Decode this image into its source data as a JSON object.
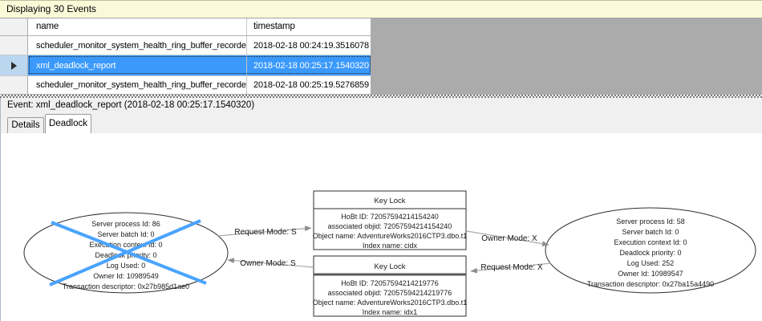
{
  "header": {
    "title": "Displaying 30 Events"
  },
  "grid": {
    "columns": [
      "name",
      "timestamp"
    ],
    "rows": [
      {
        "name": "scheduler_monitor_system_health_ring_buffer_recorded",
        "timestamp": "2018-02-18 00:24:19.3516078",
        "selected": false
      },
      {
        "name": "xml_deadlock_report",
        "timestamp": "2018-02-18 00:25:17.1540320",
        "selected": true
      },
      {
        "name": "scheduler_monitor_system_health_ring_buffer_recorded",
        "timestamp": "2018-02-18 00:25:19.5276859",
        "selected": false
      }
    ]
  },
  "event_bar": {
    "label": "Event: xml_deadlock_report (2018-02-18 00:25:17.1540320)"
  },
  "tabs": [
    {
      "label": "Details",
      "active": false
    },
    {
      "label": "Deadlock",
      "active": true
    }
  ],
  "diagram": {
    "process_left": {
      "victim": true,
      "lines": [
        "Server process Id: 86",
        "Server batch Id: 0",
        "Execution context Id: 0",
        "Deadlock priority: 0",
        "Log Used: 0",
        "Owner Id: 10989549",
        "Transaction descriptor: 0x27b985d1ae0"
      ]
    },
    "process_right": {
      "victim": false,
      "lines": [
        "Server process Id: 58",
        "Server batch Id: 0",
        "Execution context Id: 0",
        "Deadlock priority: 0",
        "Log Used: 252",
        "Owner Id: 10989547",
        "Transaction descriptor: 0x27ba15a4490"
      ]
    },
    "lock_top": {
      "title": "Key Lock",
      "lines": [
        "HoBt ID: 72057594214154240",
        "associated objid: 72057594214154240",
        "Object name: AdventureWorks2016CTP3.dbo.t1",
        "Index name: cidx"
      ]
    },
    "lock_bottom": {
      "title": "Key Lock",
      "lines": [
        "HoBt ID: 72057594214219776",
        "associated objid: 72057594214219776",
        "Object name: AdventureWorks2016CTP3.dbo.t1",
        "Index name: idx1"
      ]
    },
    "edges": {
      "request_s": "Request Mode: S",
      "owner_s": "Owner Mode: S",
      "owner_x": "Owner Mode: X",
      "request_x": "Request Mode: X"
    }
  },
  "colors": {
    "selection": "#3A99FB",
    "victim_cross": "#4AA4FE",
    "header_bar": "#FAFAD9",
    "filler": "#ABABAB"
  }
}
